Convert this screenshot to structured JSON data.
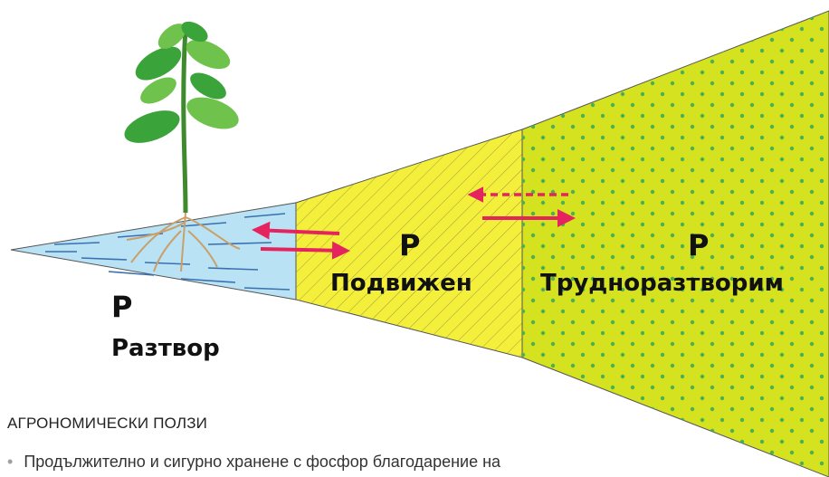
{
  "top_fragment": "",
  "zones": {
    "solution": {
      "symbol": "P",
      "name": "Разтвор",
      "color": "#b9e3f5"
    },
    "mobile": {
      "symbol": "P",
      "name": "Подвижен",
      "color": "#f3ef3b"
    },
    "insoluble": {
      "symbol": "P",
      "name": "Трудноразтворим",
      "color": "#d4e21f"
    }
  },
  "arrow_color": "#e5245f",
  "heading": "АГРОНОМИЧЕСКИ ПОЛЗИ",
  "bullets": [
    "Продължително и сигурно хранене с фосфор благодарение на"
  ]
}
